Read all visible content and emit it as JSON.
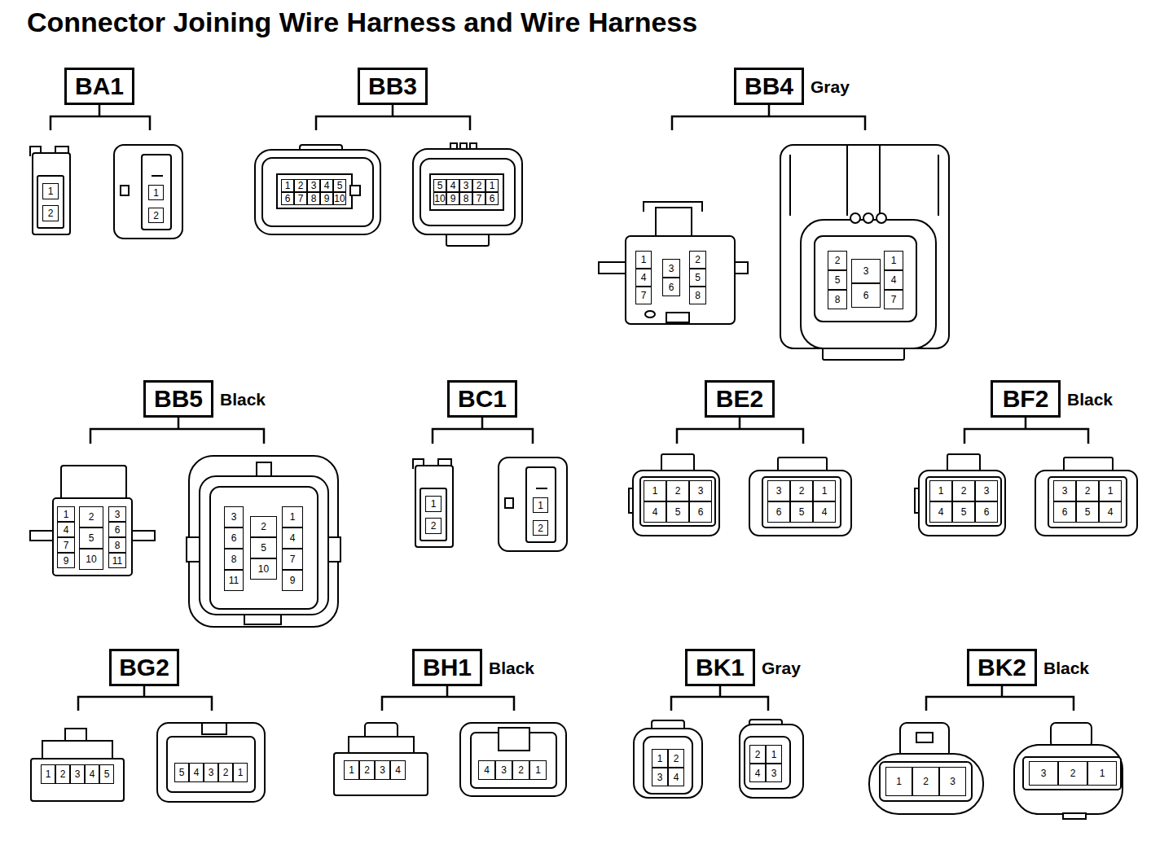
{
  "diagram": {
    "title": "Connector Joining Wire Harness and Wire Harness",
    "nodes": [
      {
        "text": [
          "BA1"
        ]
      },
      {
        "text": [
          "BB3"
        ]
      },
      {
        "text": [
          "BB4",
          "Gray"
        ]
      },
      {
        "text": [
          "BB5",
          "Black"
        ]
      },
      {
        "text": [
          "BC1"
        ]
      },
      {
        "text": [
          "BE2"
        ]
      },
      {
        "text": [
          "BF2",
          "Black"
        ]
      },
      {
        "text": [
          "BG2"
        ]
      },
      {
        "text": [
          "BH1",
          "Black"
        ]
      },
      {
        "text": [
          "BK1",
          "Gray"
        ]
      },
      {
        "text": [
          "BK2",
          "Black"
        ]
      }
    ],
    "labels": [
      "1",
      "2",
      "1",
      "2",
      "1",
      "2",
      "3",
      "4",
      "5",
      "6",
      "7",
      "8",
      "9",
      "10",
      "5",
      "4",
      "3",
      "2",
      "1",
      "10",
      "9",
      "8",
      "7",
      "6",
      "1",
      "4",
      "7",
      "3",
      "6",
      "2",
      "5",
      "8",
      "2",
      "5",
      "8",
      "3",
      "6",
      "1",
      "4",
      "7",
      "1",
      "4",
      "7",
      "9",
      "2",
      "5",
      "10",
      "3",
      "6",
      "8",
      "11",
      "3",
      "6",
      "8",
      "11",
      "2",
      "5",
      "10",
      "1",
      "4",
      "7",
      "9",
      "1",
      "2",
      "1",
      "2",
      "1",
      "2",
      "3",
      "4",
      "5",
      "6",
      "3",
      "2",
      "1",
      "6",
      "5",
      "4",
      "1",
      "2",
      "3",
      "4",
      "5",
      "6",
      "3",
      "2",
      "1",
      "6",
      "5",
      "4",
      "1",
      "2",
      "3",
      "4",
      "5",
      "5",
      "4",
      "3",
      "2",
      "1",
      "1",
      "2",
      "3",
      "4",
      "4",
      "3",
      "2",
      "1",
      "1",
      "2",
      "3",
      "4",
      "2",
      "1",
      "4",
      "3",
      "1",
      "2",
      "3",
      "3",
      "2",
      "1"
    ]
  }
}
